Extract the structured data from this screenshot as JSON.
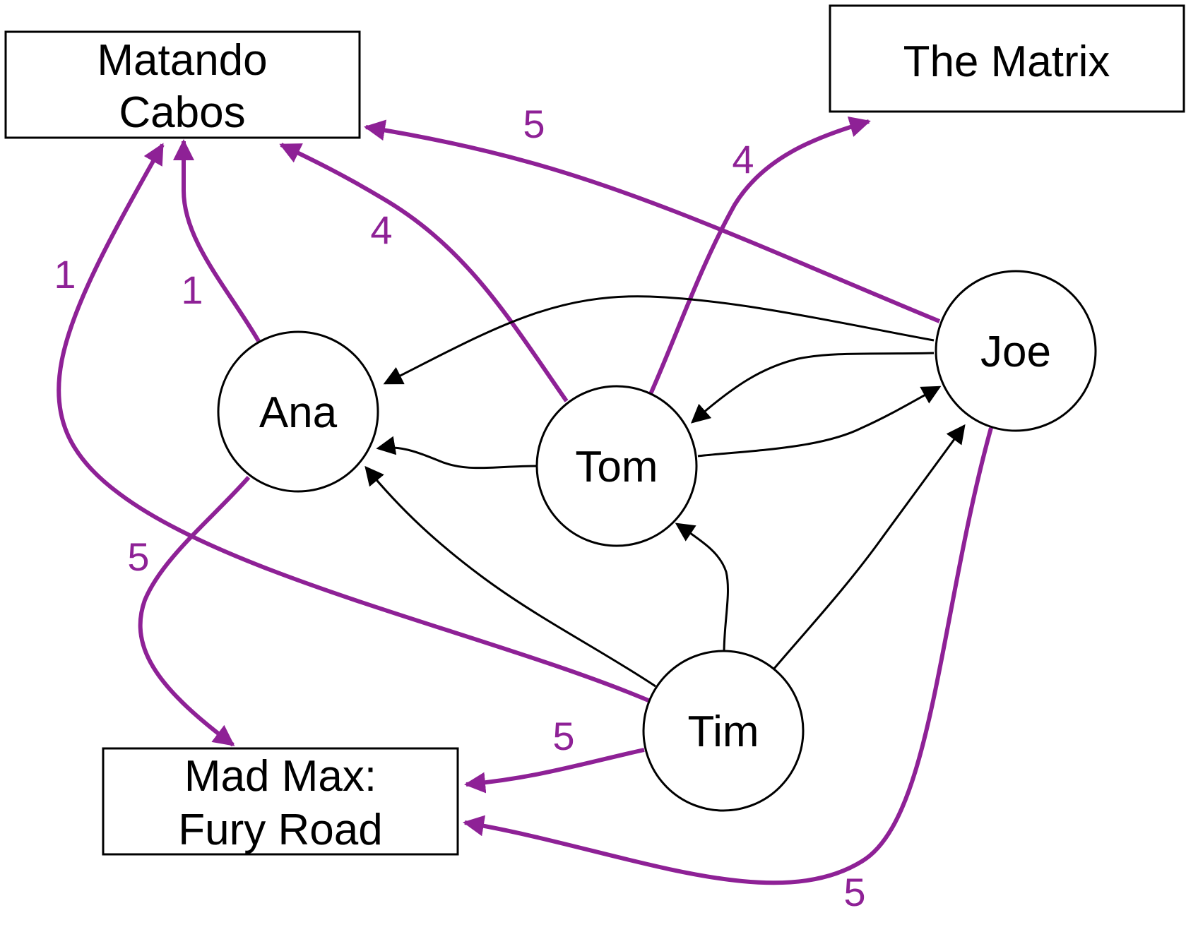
{
  "colors": {
    "rating_edge": "#8e2196",
    "follow_edge": "#000000",
    "node_stroke": "#000000",
    "background": "#ffffff"
  },
  "people": [
    {
      "id": "ana",
      "label": "Ana"
    },
    {
      "id": "tom",
      "label": "Tom"
    },
    {
      "id": "joe",
      "label": "Joe"
    },
    {
      "id": "tim",
      "label": "Tim"
    }
  ],
  "movies": [
    {
      "id": "matando",
      "lines": [
        "Matando",
        "Cabos"
      ]
    },
    {
      "id": "matrix",
      "lines": [
        "The Matrix"
      ]
    },
    {
      "id": "madmax",
      "lines": [
        "Mad Max:",
        "Fury Road"
      ]
    }
  ],
  "ratings": [
    {
      "from": "Ana",
      "to": "Matando Cabos",
      "value": "1"
    },
    {
      "from": "Tim",
      "to": "Matando Cabos",
      "value": "1"
    },
    {
      "from": "Tom",
      "to": "Matando Cabos",
      "value": "4"
    },
    {
      "from": "Joe",
      "to": "Matando Cabos",
      "value": "5"
    },
    {
      "from": "Tom",
      "to": "The Matrix",
      "value": "4"
    },
    {
      "from": "Ana",
      "to": "Mad Max: Fury Road",
      "value": "5"
    },
    {
      "from": "Tim",
      "to": "Mad Max: Fury Road",
      "value": "5"
    },
    {
      "from": "Joe",
      "to": "Mad Max: Fury Road",
      "value": "5"
    }
  ],
  "follows": [
    {
      "from": "Joe",
      "to": "Ana"
    },
    {
      "from": "Joe",
      "to": "Tom"
    },
    {
      "from": "Tom",
      "to": "Joe"
    },
    {
      "from": "Tom",
      "to": "Ana"
    },
    {
      "from": "Tim",
      "to": "Ana"
    },
    {
      "from": "Tim",
      "to": "Tom"
    },
    {
      "from": "Tim",
      "to": "Joe"
    }
  ]
}
